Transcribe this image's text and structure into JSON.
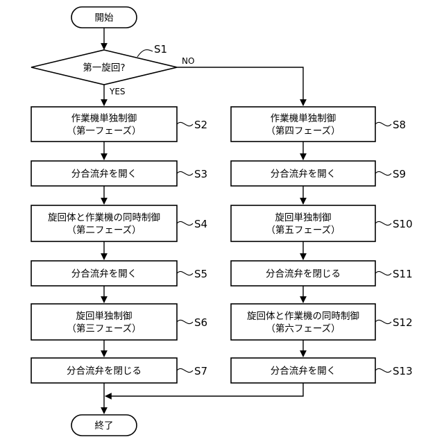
{
  "start": "開始",
  "end": "終了",
  "decision": {
    "label": "第一旋回?",
    "step": "S1",
    "yes": "YES",
    "no": "NO"
  },
  "left": [
    {
      "line1": "作業機単独制御",
      "line2": "（第一フェーズ）",
      "step": "S2"
    },
    {
      "line1": "分合流弁を開く",
      "step": "S3"
    },
    {
      "line1": "旋回体と作業機の同時制御",
      "line2": "（第二フェーズ）",
      "step": "S4"
    },
    {
      "line1": "分合流弁を開く",
      "step": "S5"
    },
    {
      "line1": "旋回単独制御",
      "line2": "（第三フェーズ）",
      "step": "S6"
    },
    {
      "line1": "分合流弁を閉じる",
      "step": "S7"
    }
  ],
  "right": [
    {
      "line1": "作業機単独制御",
      "line2": "（第四フェーズ）",
      "step": "S8"
    },
    {
      "line1": "分合流弁を開く",
      "step": "S9"
    },
    {
      "line1": "旋回単独制御",
      "line2": "（第五フェーズ）",
      "step": "S10"
    },
    {
      "line1": "分合流弁を閉じる",
      "step": "S11"
    },
    {
      "line1": "旋回体と作業機の同時制御",
      "line2": "（第六フェーズ）",
      "step": "S12"
    },
    {
      "line1": "分合流弁を開く",
      "step": "S13"
    }
  ]
}
